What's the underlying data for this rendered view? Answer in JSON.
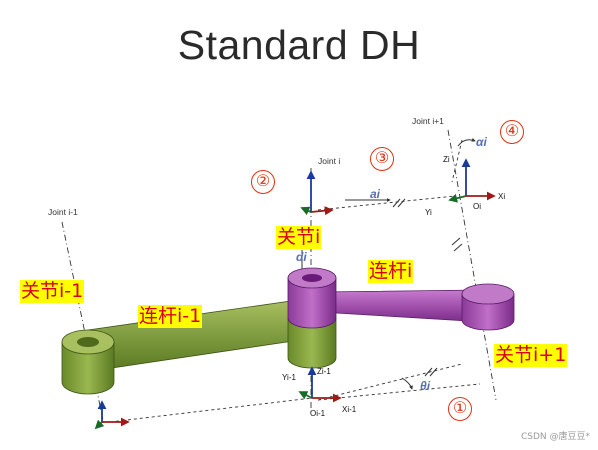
{
  "title": "Standard DH",
  "joint_labels": {
    "joint_i_minus_1": "Joint i-1",
    "joint_i": "Joint i",
    "joint_i_plus_1": "Joint i+1"
  },
  "axis_labels": {
    "z_i_minus_1": "Zi-1",
    "y_i_minus_1": "Yi-1",
    "o_i_minus_1": "Oi-1",
    "x_i_minus_1": "Xi-1",
    "z_i": "Zi",
    "y_i": "Yi",
    "o_i": "Oi",
    "x_i": "Xi"
  },
  "parameters": {
    "a": "ai",
    "d": "di",
    "theta": "θi",
    "alpha": "αi"
  },
  "annotations": {
    "joint_i_minus_1": "关节i-1",
    "link_i_minus_1": "连杆i-1",
    "joint_i": "关节i",
    "link_i": "连杆i",
    "joint_i_plus_1": "关节i+1"
  },
  "step_markers": [
    "①",
    "②",
    "③",
    "④"
  ],
  "watermark": "CSDN @唐豆豆*",
  "colors": {
    "link_green": "#7a9a3a",
    "link_purple": "#9a4aa8",
    "highlight": "#ffff00",
    "annotation_red": "#d9001b",
    "marker_red": "#e03010",
    "axis_blue": "#1a3a9a",
    "axis_red": "#a01818",
    "axis_green": "#1a6a2a"
  }
}
